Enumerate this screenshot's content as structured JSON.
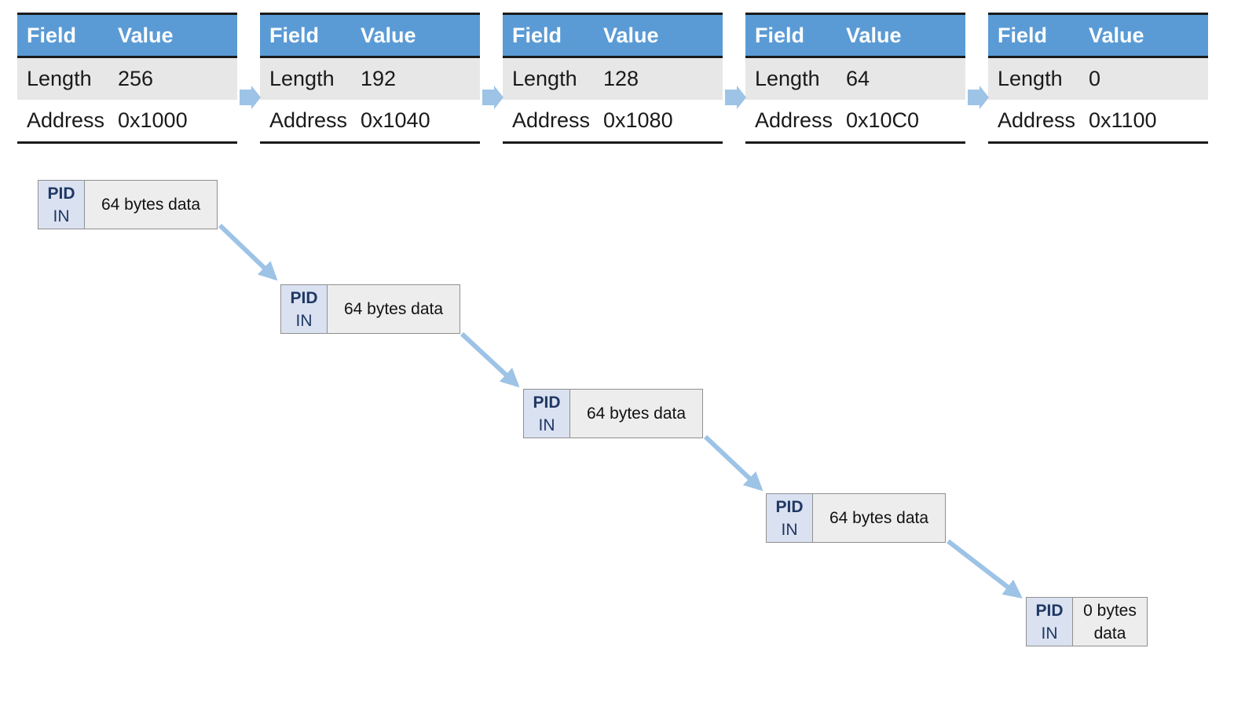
{
  "header": {
    "field_label": "Field",
    "value_label": "Value"
  },
  "descriptors": [
    {
      "length_label": "Length",
      "length_value": "256",
      "address_label": "Address",
      "address_value": "0x1000"
    },
    {
      "length_label": "Length",
      "length_value": "192",
      "address_label": "Address",
      "address_value": "0x1040"
    },
    {
      "length_label": "Length",
      "length_value": "128",
      "address_label": "Address",
      "address_value": "0x1080"
    },
    {
      "length_label": "Length",
      "length_value": "64",
      "address_label": "Address",
      "address_value": "0x10C0"
    },
    {
      "length_label": "Length",
      "length_value": "0",
      "address_label": "Address",
      "address_value": "0x1100"
    }
  ],
  "packets": [
    {
      "pid_top": "PID",
      "pid_bottom": "IN",
      "data": "64 bytes data"
    },
    {
      "pid_top": "PID",
      "pid_bottom": "IN",
      "data": "64 bytes data"
    },
    {
      "pid_top": "PID",
      "pid_bottom": "IN",
      "data": "64 bytes data"
    },
    {
      "pid_top": "PID",
      "pid_bottom": "IN",
      "data": "64 bytes data"
    },
    {
      "pid_top": "PID",
      "pid_bottom": "IN",
      "data": "0 bytes data"
    }
  ],
  "colors": {
    "table_header": "#5b9bd5",
    "table_shaded_row": "#e7e7e7",
    "table_rule": "#1a1a1a",
    "pid_cell": "#dae1f1",
    "pid_text": "#1f3864",
    "data_cell": "#ededed",
    "packet_border": "#8f8f8f",
    "arrow": "#9dc3e6"
  }
}
